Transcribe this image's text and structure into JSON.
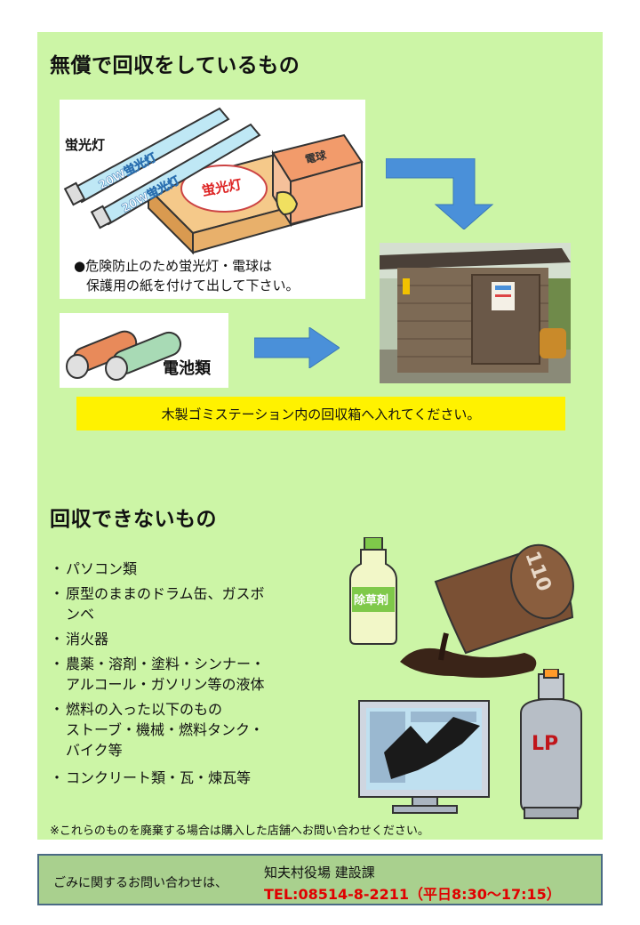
{
  "free_section": {
    "heading": "無償で回収をしているもの",
    "fluorescent_label": "蛍光灯",
    "tube_text_1": "20W蛍光灯",
    "tube_text_2": "20W蛍光灯",
    "box_sticker": "蛍光灯",
    "bulb_box_label": "電球",
    "fluorescent_note_line1": "●危険防止のため蛍光灯・電球は",
    "fluorescent_note_line2": "保護用の紙を付けて出して下さい。",
    "battery_label": "電池類",
    "banner": "木製ゴミステーション内の回収箱へ入れてください。"
  },
  "not_collected": {
    "heading": "回収できないもの",
    "items": [
      {
        "line1": "パソコン類",
        "line2": ""
      },
      {
        "line1": "原型のままのドラム缶、ガスボ",
        "line2": "ンベ"
      },
      {
        "line1": "消火器",
        "line2": ""
      },
      {
        "line1": "農薬・溶剤・塗料・シンナー・",
        "line2": "アルコール・ガソリン等の液体"
      },
      {
        "line1": "燃料の入った以下のもの",
        "line2": "ストーブ・機械・燃料タンク・",
        "line3": "バイク等"
      },
      {
        "line1": "コンクリート類・瓦・煉瓦等",
        "line2": ""
      }
    ],
    "herbicide_label": "除草剤",
    "drum_label": "110",
    "gas_label": "LP",
    "note": "※これらのものを廃棄する場合は購入した店舗へお問い合わせください。"
  },
  "contact": {
    "lead": "ごみに関するお問い合わせは、",
    "office": "知夫村役場 建設課",
    "tel": "TEL:08514-8-2211（平日8:30〜17:15）"
  },
  "colors": {
    "panel_bg": "#ccf5a6",
    "banner_bg": "#fff200",
    "arrow": "#4a90d9",
    "tel_red": "#e00000",
    "contact_bg": "#a9d08e"
  }
}
